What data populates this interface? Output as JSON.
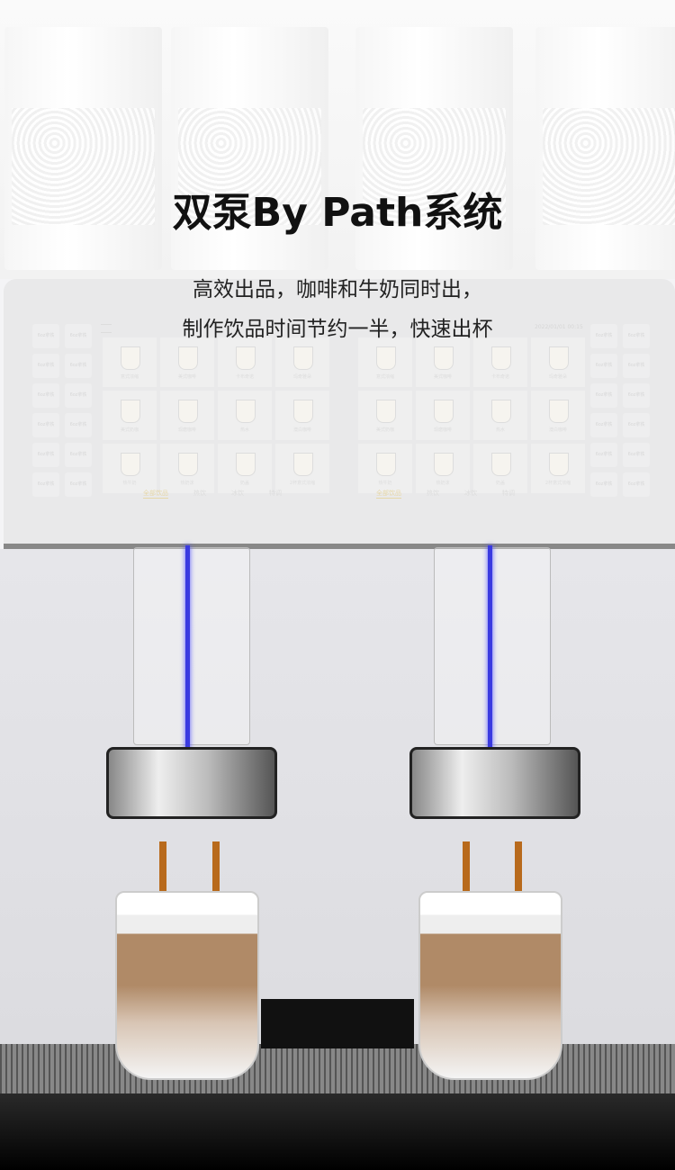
{
  "headline": "双泵By Path系统",
  "subtitle_lines": [
    "高效出品，咖啡和牛奶同时出，",
    "制作饮品时间节约一半，快速出杯"
  ],
  "screen": {
    "timestamp": "2022/01/01  00:15",
    "side_button_label": "6oz拿铁",
    "drinks": [
      "意式浓缩",
      "美式咖啡",
      "卡布奇诺",
      "玛奇雅朵",
      "美式奶咖",
      "现磨咖啡",
      "热水",
      "澳白咖啡",
      "热牛奶",
      "热奶沫",
      "奶盖",
      "2杯意式浓缩"
    ],
    "tabs": [
      "全部饮品",
      "热饮",
      "冰饮",
      "特调"
    ]
  }
}
